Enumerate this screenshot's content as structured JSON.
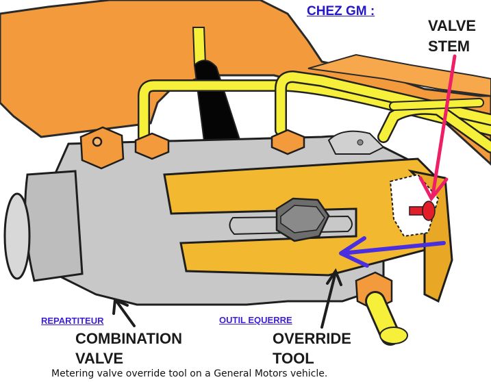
{
  "header": {
    "region_label": "CHEZ GM :"
  },
  "labels": {
    "valve_stem_line1": "VALVE",
    "valve_stem_line2": "STEM",
    "combination_valve_line1": "COMBINATION",
    "combination_valve_line2": "VALVE",
    "override_tool_line1": "OVERRIDE",
    "override_tool_line2": "TOOL",
    "repartiteur": "REPARTITEUR",
    "outil_equerre": "OUTIL EQUERRE"
  },
  "caption": "Metering valve override tool on a General Motors vehicle.",
  "colors": {
    "bracket_orange": "#f39a3c",
    "brake_line_yellow": "#f6f03a",
    "valve_gray": "#c8c8c8",
    "tool_gold": "#f2b830",
    "stem_arrow": "#ee1f66",
    "motion_arrow": "#4a2fe0",
    "french_label_blue": "#3a1fd6"
  }
}
